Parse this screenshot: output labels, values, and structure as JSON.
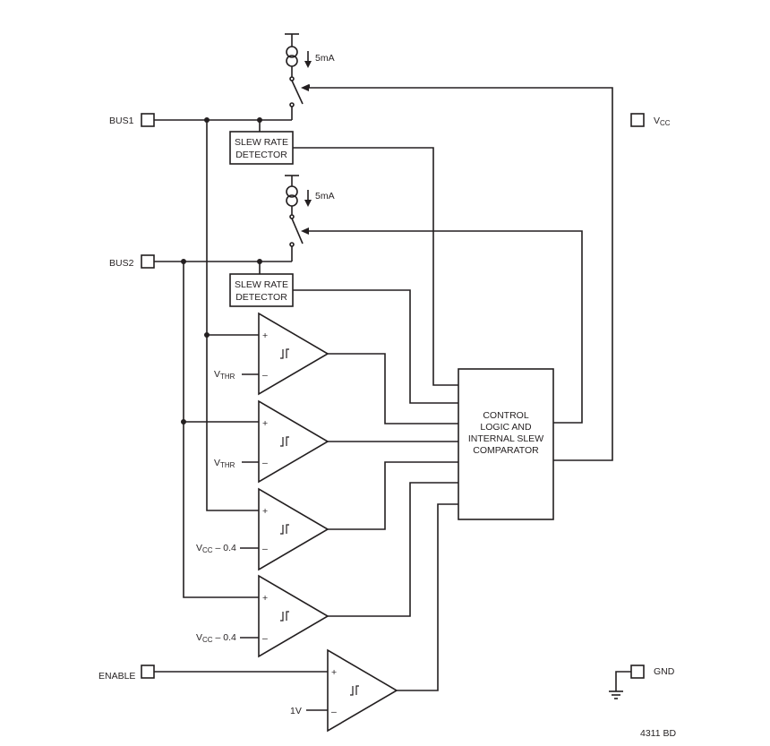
{
  "pins": {
    "bus1": "BUS1",
    "bus2": "BUS2",
    "enable": "ENABLE",
    "vcc_main": "V",
    "vcc_sub": "CC",
    "gnd": "GND"
  },
  "current_sources": {
    "top": "5mA",
    "mid": "5mA"
  },
  "slew_detector": {
    "line1": "SLEW RATE",
    "line2": "DETECTOR"
  },
  "control_block": {
    "line1": "CONTROL",
    "line2": "LOGIC AND",
    "line3": "INTERNAL SLEW",
    "line4": "COMPARATOR"
  },
  "comparators": {
    "plus": "+",
    "minus": "–",
    "vthr_main": "V",
    "vthr_sub": "THR",
    "vcc_main": "V",
    "vcc_sub": "CC",
    "vcc_suffix": " – 0.4",
    "enable_ref": "1V"
  },
  "figure_id": "4311 BD"
}
